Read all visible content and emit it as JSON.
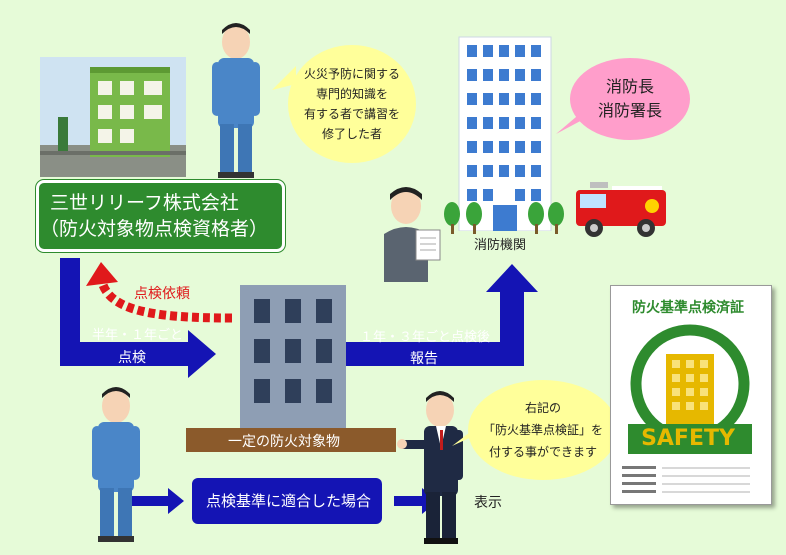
{
  "company": {
    "name_line1": "三世リリーフ株式会社",
    "name_line2": "（防火対象物点検資格者）"
  },
  "qualification_bubble": "火災予防に関する\n専門的知識を\n有する者で講習を\n修了した者",
  "fire_chief_bubble": "消防長\n消防署長",
  "fire_agency_label": "消防機関",
  "flow": {
    "request_label": "点検依頼",
    "frequency_label": "半年・１年ごと",
    "inspection_label": "点検",
    "report_frequency_label": "１年・３年ごと点検後",
    "report_label": "報告",
    "target_building_label": "一定の防火対象物",
    "compliance_box": "点検基準に適合した場合",
    "display_label": "表示"
  },
  "display_bubble": "右記の\n「防火基準点検証」を\n付する事ができます",
  "certificate": {
    "title": "防火基準点検済証",
    "badge": "SAFETY"
  },
  "colors": {
    "green_box": "#2e8b2e",
    "blue_arrow": "#1414b4",
    "red_arrow": "#e0191b",
    "speech_yellow": "#ffff9a",
    "speech_pink": "#ff9ecb"
  }
}
